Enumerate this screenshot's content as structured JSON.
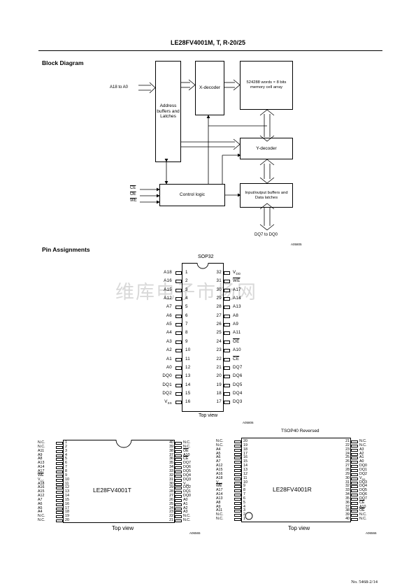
{
  "header": {
    "title": "LE28FV4001M, T, R-20/25"
  },
  "block_diagram": {
    "heading": "Block Diagram",
    "address_input": "A18 to A0",
    "address_buffer": "Address buffers and Latches",
    "x_decoder": "X-decoder",
    "memory_array": "524288 words × 8 bits memory cell array",
    "y_decoder": "Y-decoder",
    "control_logic": "Control logic",
    "io_buffers": "Input/output buffers and Data latches",
    "ce": "CE",
    "oe": "OE",
    "we": "WE",
    "data_pins": "DQ7 to DQ0",
    "figure_code": "A05805"
  },
  "pin_assignments": {
    "heading": "Pin Assignments",
    "watermark": "维库电子市场网",
    "sop32": {
      "package": "SOP32",
      "top_view": "Top view",
      "figure_code": "A05806",
      "left": [
        {
          "n": "1",
          "name": "A18"
        },
        {
          "n": "2",
          "name": "A16"
        },
        {
          "n": "3",
          "name": "A15"
        },
        {
          "n": "4",
          "name": "A12"
        },
        {
          "n": "5",
          "name": "A7"
        },
        {
          "n": "6",
          "name": "A6"
        },
        {
          "n": "7",
          "name": "A5"
        },
        {
          "n": "8",
          "name": "A4"
        },
        {
          "n": "9",
          "name": "A3"
        },
        {
          "n": "10",
          "name": "A2"
        },
        {
          "n": "11",
          "name": "A1"
        },
        {
          "n": "12",
          "name": "A0"
        },
        {
          "n": "13",
          "name": "DQ0"
        },
        {
          "n": "14",
          "name": "DQ1"
        },
        {
          "n": "15",
          "name": "DQ2"
        },
        {
          "n": "16",
          "name": "VSS"
        }
      ],
      "right": [
        {
          "n": "32",
          "name": "VDD"
        },
        {
          "n": "31",
          "name": "WE"
        },
        {
          "n": "30",
          "name": "A17"
        },
        {
          "n": "29",
          "name": "A14"
        },
        {
          "n": "28",
          "name": "A13"
        },
        {
          "n": "27",
          "name": "A8"
        },
        {
          "n": "26",
          "name": "A9"
        },
        {
          "n": "25",
          "name": "A11"
        },
        {
          "n": "24",
          "name": "OE"
        },
        {
          "n": "23",
          "name": "A10"
        },
        {
          "n": "22",
          "name": "CE"
        },
        {
          "n": "21",
          "name": "DQ7"
        },
        {
          "n": "20",
          "name": "DQ6"
        },
        {
          "n": "19",
          "name": "DQ5"
        },
        {
          "n": "18",
          "name": "DQ4"
        },
        {
          "n": "17",
          "name": "DQ3"
        }
      ]
    },
    "tsop_t": {
      "chip_label": "LE28FV4001T",
      "top_view": "Top view",
      "figure_code": "A06565",
      "left": [
        {
          "n": "1",
          "name": "N.C."
        },
        {
          "n": "2",
          "name": "N.C."
        },
        {
          "n": "3",
          "name": "A11"
        },
        {
          "n": "4",
          "name": "A9"
        },
        {
          "n": "5",
          "name": "A8"
        },
        {
          "n": "6",
          "name": "A13"
        },
        {
          "n": "7",
          "name": "A14"
        },
        {
          "n": "8",
          "name": "A17"
        },
        {
          "n": "9",
          "name": "WE"
        },
        {
          "n": "10",
          "name": "VCC"
        },
        {
          "n": "11",
          "name": "A18"
        },
        {
          "n": "12",
          "name": "A16"
        },
        {
          "n": "13",
          "name": "A15"
        },
        {
          "n": "14",
          "name": "A12"
        },
        {
          "n": "15",
          "name": "A7"
        },
        {
          "n": "16",
          "name": "A6"
        },
        {
          "n": "17",
          "name": "A5"
        },
        {
          "n": "18",
          "name": "A4"
        },
        {
          "n": "19",
          "name": "N.C."
        },
        {
          "n": "20",
          "name": "N.C."
        }
      ],
      "right": [
        {
          "n": "40",
          "name": "N.C."
        },
        {
          "n": "39",
          "name": "N.C."
        },
        {
          "n": "38",
          "name": "OE"
        },
        {
          "n": "37",
          "name": "A10"
        },
        {
          "n": "36",
          "name": "CE"
        },
        {
          "n": "35",
          "name": "DQ7"
        },
        {
          "n": "34",
          "name": "DQ6"
        },
        {
          "n": "33",
          "name": "DQ5"
        },
        {
          "n": "32",
          "name": "DQ4"
        },
        {
          "n": "31",
          "name": "DQ3"
        },
        {
          "n": "30",
          "name": "VSS"
        },
        {
          "n": "29",
          "name": "DQ2"
        },
        {
          "n": "28",
          "name": "DQ1"
        },
        {
          "n": "27",
          "name": "DQ0"
        },
        {
          "n": "26",
          "name": "A0"
        },
        {
          "n": "25",
          "name": "A1"
        },
        {
          "n": "24",
          "name": "A2"
        },
        {
          "n": "23",
          "name": "A3"
        },
        {
          "n": "22",
          "name": "N.C."
        },
        {
          "n": "21",
          "name": "N.C."
        }
      ]
    },
    "tsop_r": {
      "package": "TSOP40 Reversed",
      "chip_label": "LE28FV4001R",
      "top_view": "Top view",
      "figure_code": "A06566",
      "left": [
        {
          "n": "20",
          "name": "N.C."
        },
        {
          "n": "19",
          "name": "N.C."
        },
        {
          "n": "18",
          "name": "A4"
        },
        {
          "n": "17",
          "name": "A5"
        },
        {
          "n": "16",
          "name": "A6"
        },
        {
          "n": "15",
          "name": "A7"
        },
        {
          "n": "14",
          "name": "A12"
        },
        {
          "n": "13",
          "name": "A15"
        },
        {
          "n": "12",
          "name": "A16"
        },
        {
          "n": "11",
          "name": "A18"
        },
        {
          "n": "10",
          "name": "VCC"
        },
        {
          "n": "9",
          "name": "WE"
        },
        {
          "n": "8",
          "name": "A17"
        },
        {
          "n": "7",
          "name": "A14"
        },
        {
          "n": "6",
          "name": "A13"
        },
        {
          "n": "5",
          "name": "A8"
        },
        {
          "n": "4",
          "name": "A9"
        },
        {
          "n": "3",
          "name": "A11"
        },
        {
          "n": "2",
          "name": "N.C."
        },
        {
          "n": "1",
          "name": "N.C."
        }
      ],
      "right": [
        {
          "n": "21",
          "name": "N.C."
        },
        {
          "n": "22",
          "name": "N.C."
        },
        {
          "n": "23",
          "name": "A3"
        },
        {
          "n": "24",
          "name": "A2"
        },
        {
          "n": "25",
          "name": "A1"
        },
        {
          "n": "26",
          "name": "A0"
        },
        {
          "n": "27",
          "name": "DQ0"
        },
        {
          "n": "28",
          "name": "DQ1"
        },
        {
          "n": "29",
          "name": "DQ2"
        },
        {
          "n": "30",
          "name": "VSS"
        },
        {
          "n": "31",
          "name": "DQ3"
        },
        {
          "n": "32",
          "name": "DQ4"
        },
        {
          "n": "33",
          "name": "DQ5"
        },
        {
          "n": "34",
          "name": "DQ6"
        },
        {
          "n": "35",
          "name": "DQ7"
        },
        {
          "n": "36",
          "name": "CE"
        },
        {
          "n": "37",
          "name": "A10"
        },
        {
          "n": "38",
          "name": "OE"
        },
        {
          "n": "39",
          "name": "N.C."
        },
        {
          "n": "40",
          "name": "N.C."
        }
      ]
    }
  },
  "footer": {
    "page": "No. 5468-2/14"
  }
}
